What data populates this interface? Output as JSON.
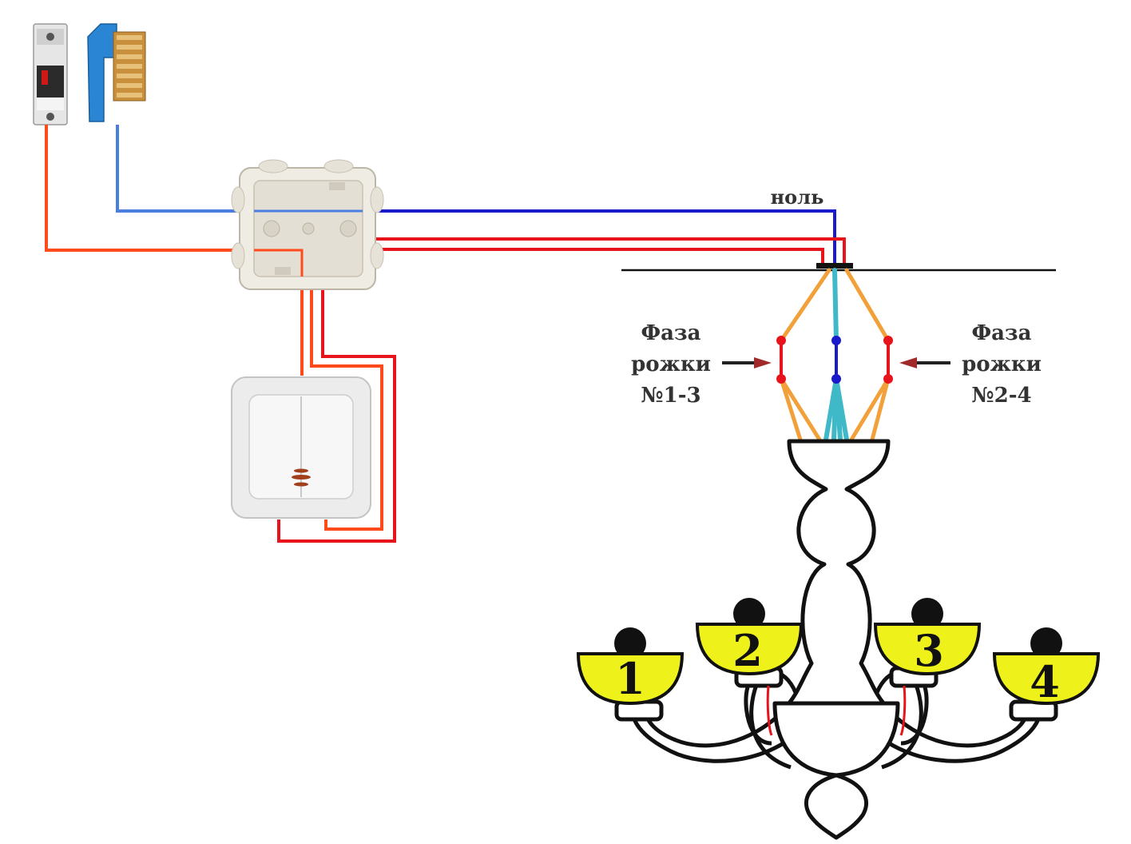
{
  "labels": {
    "neutral": "ноль",
    "phase_left": [
      "Фаза",
      "рожки",
      "№1-3"
    ],
    "phase_right": [
      "Фаза",
      "рожки",
      "№2-4"
    ]
  },
  "lamps": [
    "1",
    "2",
    "3",
    "4"
  ],
  "colors": {
    "phase": "#ff3b1f",
    "switched_phase": "#e8141c",
    "neutral_source": "#4a7fe0",
    "neutral": "#1a1acc",
    "lamp_cup": "#eef21a",
    "wire_orange": "#f2a03a",
    "wire_teal": "#3fb8c8"
  }
}
